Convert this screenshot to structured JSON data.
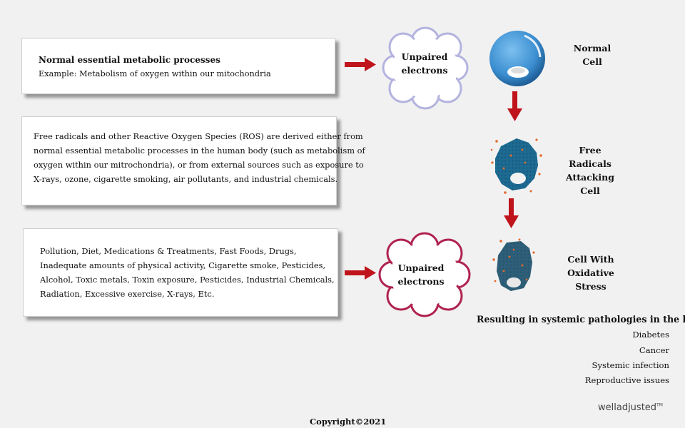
{
  "box_metabolic": {
    "title": "Normal essential metabolic processes",
    "example": "Example: Metabolism of oxygen within our mitochondria"
  },
  "box_ros": {
    "lines": [
      "Free radicals and other Reactive Oxygen Species (ROS) are derived either from",
      "normal essential metabolic processes in the human body  (such as metabolism of",
      "oxygen within our mitrochondria), or from external sources such as exposure to",
      "X-rays, ozone, cigarette smoking, air pollutants, and industrial chemicals."
    ]
  },
  "box_sources": {
    "lines": [
      "Pollution, Diet, Medications & Treatments, Fast Foods, Drugs,",
      "Inadequate amounts of physical activity, Cigarette smoke, Pesticides,",
      "Alcohol, Toxic metals, Toxin exposure, Pesticides, Industrial Chemicals,",
      "Radiation, Excessive exercise, X-rays, Etc."
    ]
  },
  "cloud_top": {
    "line1": "Unpaired",
    "line2": "electrons",
    "border_color": "#b3b3df"
  },
  "cloud_bottom": {
    "line1": "Unpaired",
    "line2": "electrons",
    "border_color": "#b0224f"
  },
  "cells": {
    "normal": {
      "lines": [
        "Normal",
        "Cell"
      ],
      "color": "#3b8ed0"
    },
    "attacked": {
      "lines": [
        "Free",
        "Radicals",
        "Attacking",
        "Cell"
      ],
      "color": "#1d6a92"
    },
    "stressed": {
      "lines": [
        "Cell With",
        "Oxidative",
        "Stress"
      ],
      "color": "#2f5f78"
    }
  },
  "results": {
    "title": "Resulting in systemic pathologies in the body:",
    "items": [
      "Diabetes",
      "Cancer",
      "Systemic infection",
      "Reproductive issues"
    ]
  },
  "copyright": "Copyright©2021",
  "brand": "welladjusted",
  "brand_mark": "TM",
  "colors": {
    "arrow": "#c0141c",
    "background": "#f1f1f1",
    "radical_dot": "#e06a2c"
  }
}
